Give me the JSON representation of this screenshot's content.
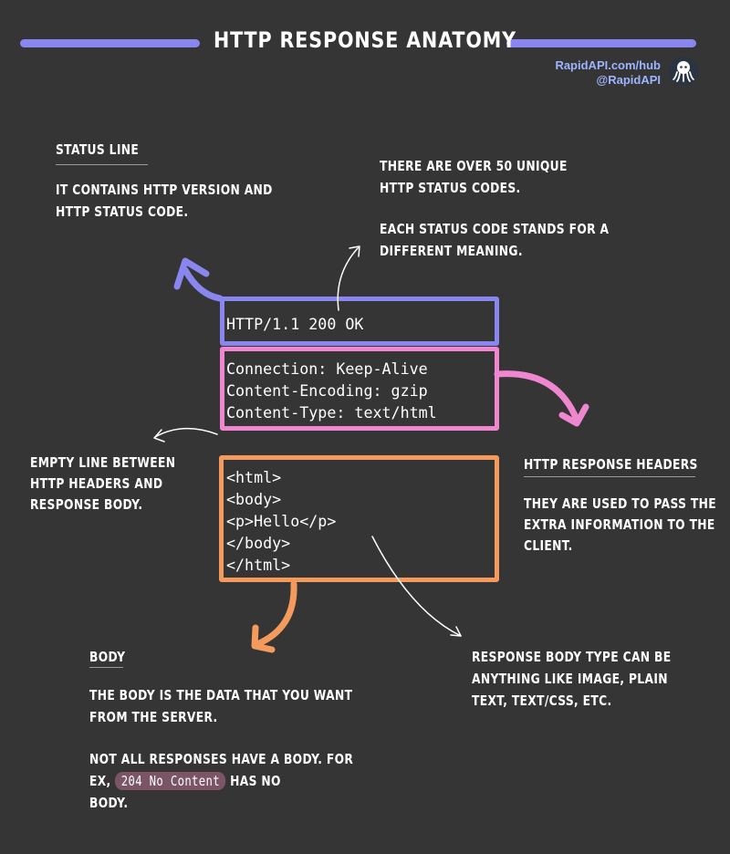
{
  "header": {
    "title": "HTTP RESPONSE ANATOMY",
    "brand_line1": "RapidAPI.com/hub",
    "brand_line2": "@RapidAPI",
    "bar_color": "#8a86f0"
  },
  "status_line": {
    "heading": "STATUS LINE",
    "text1": "IT CONTAINS HTTP VERSION AND",
    "text2": "HTTP STATUS CODE."
  },
  "status_codes_note": {
    "line1": "THERE ARE OVER 50 UNIQUE",
    "line2": "HTTP STATUS CODES.",
    "line3": "EACH STATUS CODE STANDS FOR A",
    "line4": "DIFFERENT MEANING."
  },
  "response": {
    "status": "HTTP/1.1 200 OK",
    "headers": [
      "Connection: Keep-Alive",
      "Content-Encoding: gzip",
      "Content-Type: text/html"
    ],
    "body": [
      "<html>",
      "<body>",
      "<p>Hello</p>",
      "</body>",
      "</html>"
    ]
  },
  "empty_line_note": {
    "line1": "EMPTY LINE BETWEEN",
    "line2": "HTTP HEADERS AND",
    "line3": "RESPONSE BODY."
  },
  "headers_note": {
    "heading": "HTTP RESPONSE HEADERS",
    "line1": "THEY ARE USED TO PASS THE",
    "line2": "EXTRA INFORMATION TO THE",
    "line3": "CLIENT."
  },
  "body_note": {
    "heading": "BODY",
    "line1": "THE BODY IS THE DATA THAT YOU WANT",
    "line2": "FROM THE SERVER.",
    "line3": "NOT ALL RESPONSES HAVE A BODY. FOR",
    "line4_prefix": "EX,",
    "line4_code": "204 No Content",
    "line4_suffix": "HAS NO",
    "line5": "BODY."
  },
  "body_type_note": {
    "line1": "RESPONSE BODY TYPE CAN BE",
    "line2": "ANYTHING LIKE IMAGE, PLAIN",
    "line3": "TEXT, TEXT/CSS, ETC."
  },
  "colors": {
    "background": "#353535",
    "status_box": "#8a86f0",
    "headers_box": "#ef87d0",
    "body_box": "#f39a5c",
    "code_highlight": "#7b5466"
  }
}
